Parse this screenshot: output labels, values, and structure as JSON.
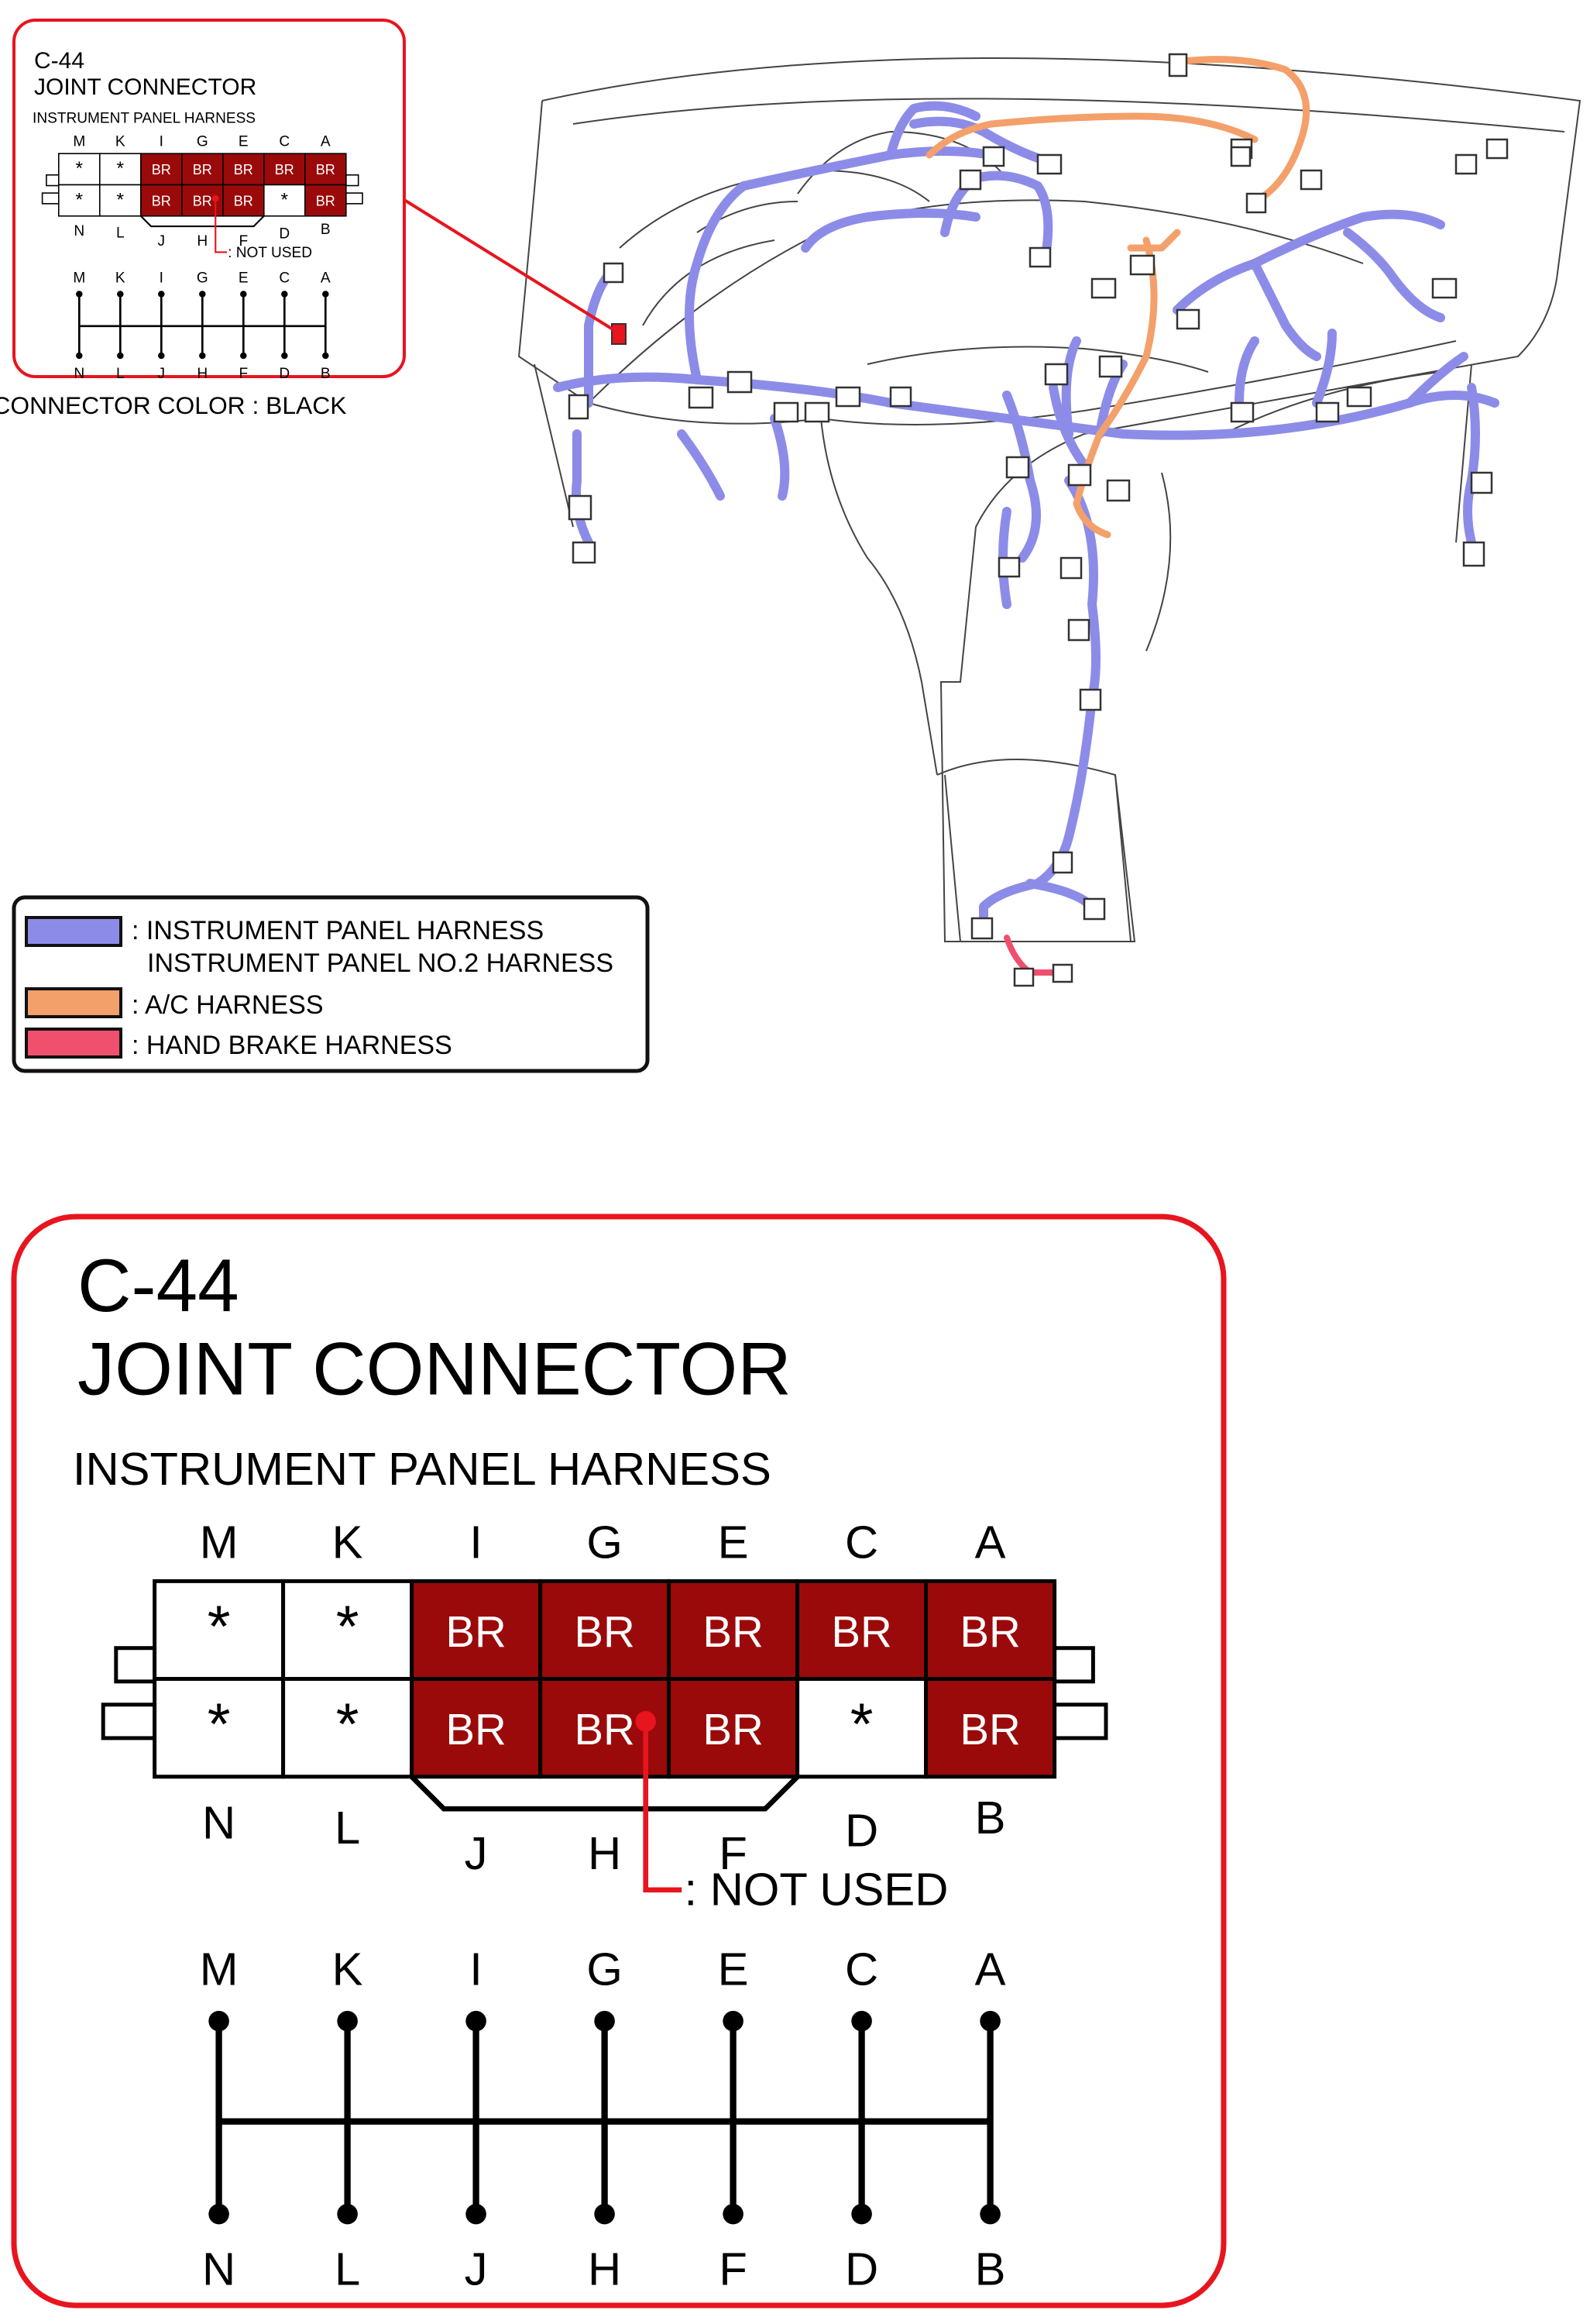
{
  "connector": {
    "code": "C-44",
    "name": "JOINT CONNECTOR",
    "harness": "INSTRUMENT PANEL HARNESS",
    "top_labels": [
      "M",
      "K",
      "I",
      "G",
      "E",
      "C",
      "A"
    ],
    "bottom_labels": [
      "N",
      "L",
      "J",
      "H",
      "F",
      "D",
      "B"
    ],
    "row1": [
      "*",
      "*",
      "BR",
      "BR",
      "BR",
      "BR",
      "BR"
    ],
    "row2": [
      "*",
      "*",
      "BR",
      "BR",
      "BR",
      "*",
      "BR"
    ],
    "not_used": ": NOT USED",
    "color_line": "CONNECTOR COLOR : BLACK"
  },
  "legend": {
    "items": [
      {
        "swatch": "#8c8ce8",
        "lines": [
          ": INSTRUMENT PANEL HARNESS",
          "INSTRUMENT PANEL NO.2 HARNESS"
        ]
      },
      {
        "swatch": "#f4a06a",
        "lines": [
          ": A/C HARNESS"
        ]
      },
      {
        "swatch": "#f0506e",
        "lines": [
          ": HAND BRAKE HARNESS"
        ]
      }
    ]
  },
  "colors": {
    "callout_border": "#e8141e",
    "pin_fill": "#9b0a0a",
    "pin_text": "#ffffff",
    "harness_blue": "#8c8ce8",
    "harness_orange": "#f4a06a",
    "harness_red": "#f0506e"
  }
}
